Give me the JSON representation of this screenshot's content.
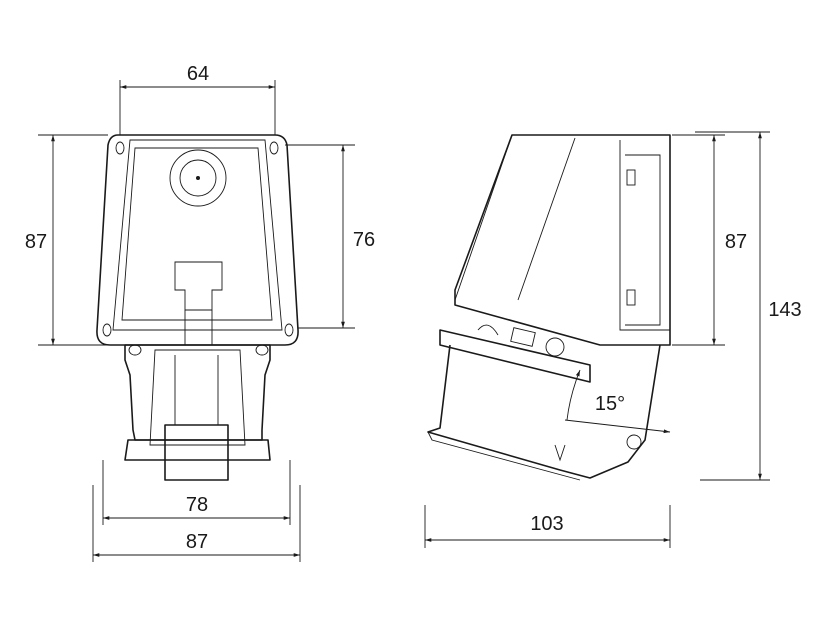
{
  "front_view": {
    "width_top": "64",
    "height_left": "87",
    "height_right": "76",
    "width_inner": "78",
    "width_outer": "87"
  },
  "side_view": {
    "height_body": "87",
    "height_total": "143",
    "depth": "103",
    "angle": "15°"
  }
}
